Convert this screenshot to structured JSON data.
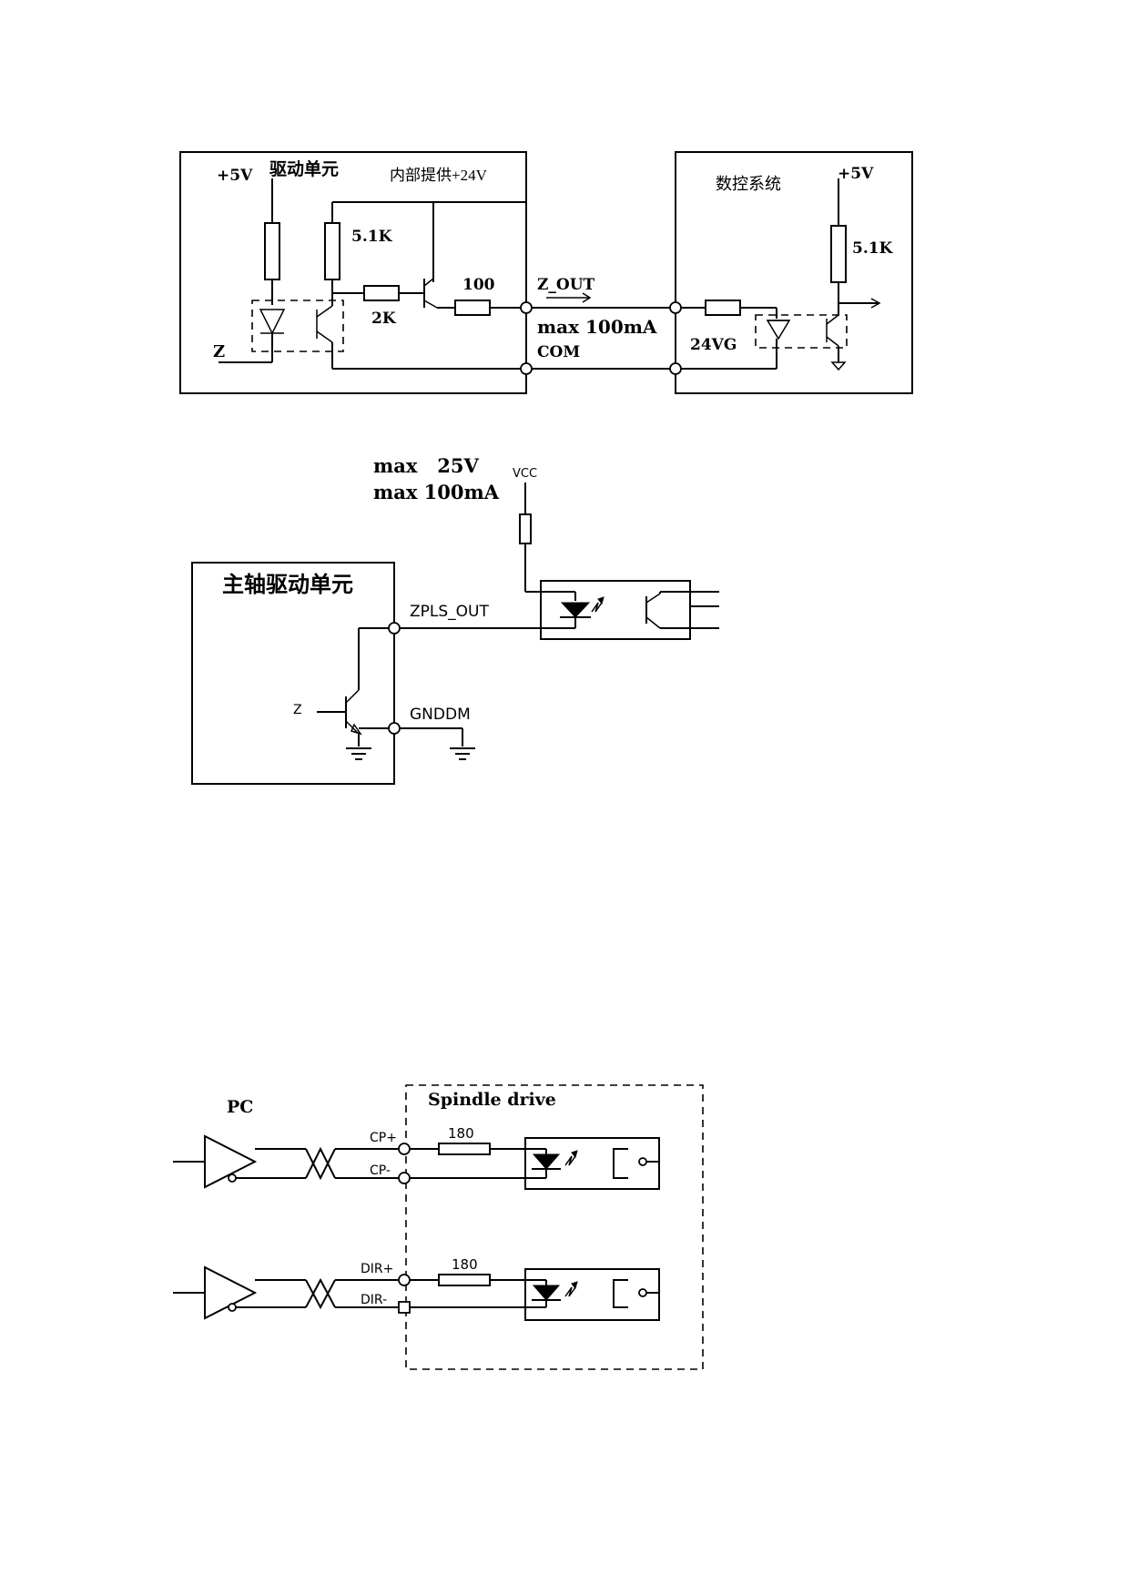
{
  "diagram1": {
    "plus5v_left": "+5V",
    "drive_unit_title": "驱动单元",
    "internal_24v": "内部提供+24V",
    "r_5_1k_left": "5.1K",
    "r_2k": "2K",
    "r_100": "100",
    "z_out": "Z_OUT",
    "max_current": "max 100mA",
    "com": "COM",
    "z_input": "Z",
    "cnc_title": "数控系统",
    "plus5v_right": "+5V",
    "r_5_1k_right": "5.1K",
    "vg_24": "24VG"
  },
  "diagram2": {
    "max_voltage": "max   25V",
    "max_current": "max 100mA",
    "vcc": "VCC",
    "spindle_unit_title": "主轴驱动单元",
    "zpls_out": "ZPLS_OUT",
    "gnddm": "GNDDM",
    "z_base": "Z"
  },
  "diagram3": {
    "pc": "PC",
    "spindle_drive": "Spindle drive",
    "cp_plus": "CP+",
    "cp_minus": "CP-",
    "r_180_top": "180",
    "dir_plus": "DIR+",
    "dir_minus": "DIR-",
    "r_180_bottom": "180"
  }
}
